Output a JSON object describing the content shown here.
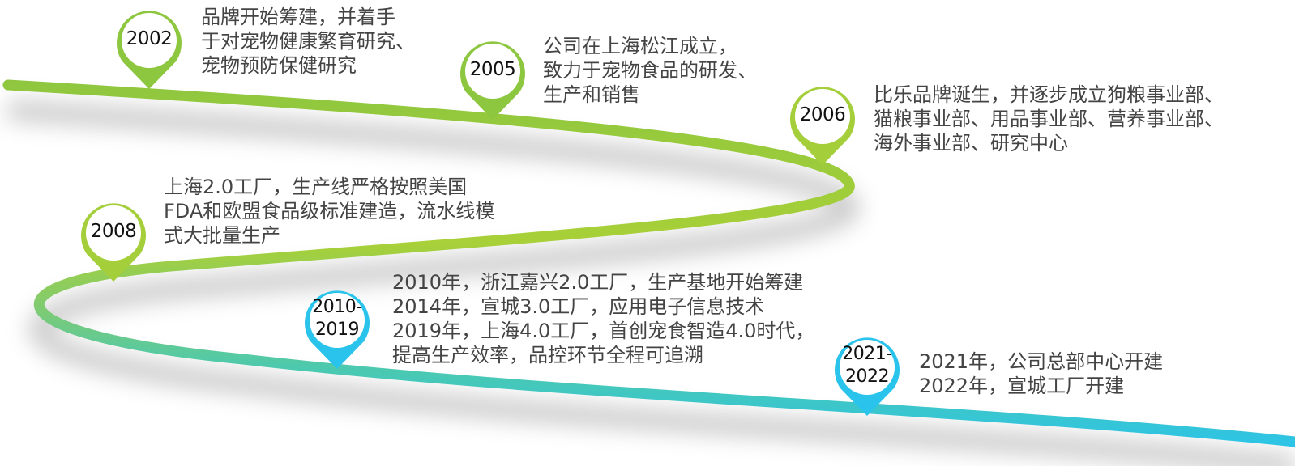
{
  "colors": {
    "green": "#8DC63F",
    "teal": "#5CCB9A",
    "blue": "#29C3EC"
  },
  "milestones": [
    {
      "year": "2002",
      "color": "#8DC63F",
      "lines": [
        "品牌开始筹建，并着手",
        "于对宠物健康繁育研究、",
        "宠物预防保健研究"
      ]
    },
    {
      "year": "2005",
      "color": "#8DC63F",
      "lines": [
        "公司在上海松江成立，",
        "致力于宠物食品的研发、",
        "生产和销售"
      ]
    },
    {
      "year": "2006",
      "color": "#A5CF3A",
      "lines": [
        "比乐品牌诞生，并逐步成立狗粮事业部、",
        "猫粮事业部、用品事业部、营养事业部、",
        "海外事业部、研究中心"
      ]
    },
    {
      "year": "2008",
      "color": "#A5CF3A",
      "lines": [
        "上海2.0工厂，生产线严格按照美国",
        "FDA和欧盟食品级标准建造，流水线模",
        "式大批量生产"
      ]
    },
    {
      "year_lines": [
        "2010-",
        "2019"
      ],
      "color": "#29C3EC",
      "lines": [
        "2010年，浙江嘉兴2.0工厂，生产基地开始筹建",
        "2014年，宣城3.0工厂，应用电子信息技术",
        "2019年，上海4.0工厂，首创宠食智造4.0时代，",
        "提高生产效率，品控环节全程可追溯"
      ]
    },
    {
      "year_lines": [
        "2021-",
        "2022"
      ],
      "color": "#29C3EC",
      "lines": [
        "2021年，公司总部中心开建",
        "2022年，宣城工厂开建"
      ]
    }
  ]
}
